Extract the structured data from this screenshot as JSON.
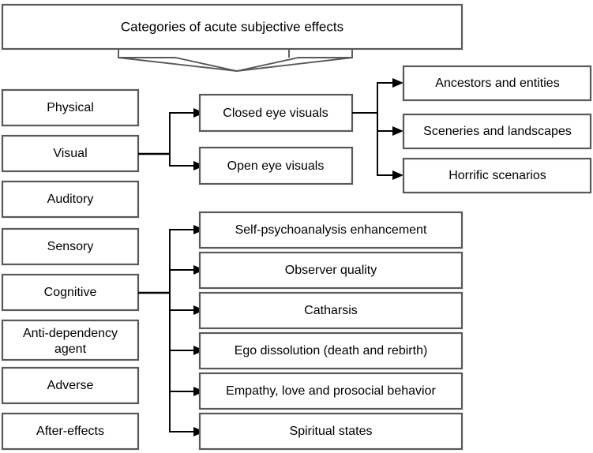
{
  "diagram": {
    "title": "Categories of acute subjective effects",
    "root": {
      "label": "Categories of acute subjective effects"
    },
    "categories": [
      {
        "id": "physical",
        "label": "Physical"
      },
      {
        "id": "visual",
        "label": "Visual"
      },
      {
        "id": "auditory",
        "label": "Auditory"
      },
      {
        "id": "sensory",
        "label": "Sensory"
      },
      {
        "id": "cognitive",
        "label": "Cognitive"
      },
      {
        "id": "anti-dependency-agent",
        "label": "Anti-dependency agent",
        "line1": "Anti-dependency",
        "line2": "agent"
      },
      {
        "id": "adverse",
        "label": "Adverse"
      },
      {
        "id": "after-effects",
        "label": "After-effects"
      }
    ],
    "visual_subtypes": [
      {
        "id": "closed-eye-visuals",
        "label": "Closed eye visuals"
      },
      {
        "id": "open-eye-visuals",
        "label": "Open eye visuals"
      }
    ],
    "closed_eye_visual_contents": [
      {
        "id": "ancestors-and-entities",
        "label": "Ancestors and entities"
      },
      {
        "id": "sceneries-and-landscapes",
        "label": "Sceneries and landscapes"
      },
      {
        "id": "horrific-scenarios",
        "label": "Horrific scenarios"
      }
    ],
    "cognitive_effects": [
      {
        "id": "self-psychoanalysis-enhancement",
        "label": "Self-psychoanalysis enhancement"
      },
      {
        "id": "observer-quality",
        "label": "Observer quality"
      },
      {
        "id": "catharsis",
        "label": "Catharsis"
      },
      {
        "id": "ego-dissolution",
        "label": "Ego dissolution (death and rebirth)"
      },
      {
        "id": "empathy-love-prosocial-behavior",
        "label": "Empathy, love and prosocial behavior"
      },
      {
        "id": "spiritual-states",
        "label": "Spiritual states"
      }
    ],
    "colors": {
      "box_stroke": "#58595b",
      "connector": "#000000",
      "background": "#ffffff",
      "text": "#000000"
    }
  }
}
